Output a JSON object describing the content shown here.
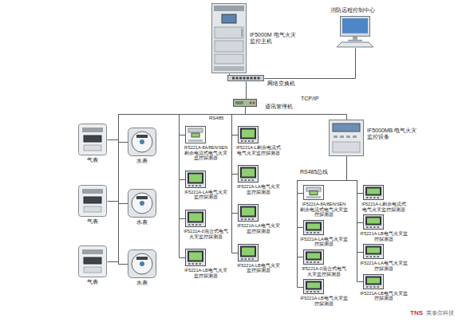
{
  "diagram": {
    "nodes": [
      {
        "text": [
          "IF5000M 电气火灾监控主机"
        ]
      },
      {
        "text": [
          "消防远程控制中心"
        ]
      },
      {
        "text": [
          "网络交换机"
        ]
      },
      {
        "text": [
          "通讯管理机"
        ]
      },
      {
        "text": [
          "IF5000MB 电气火灾监控设备"
        ]
      },
      {
        "text": [
          "气表"
        ]
      },
      {
        "text": [
          "气表"
        ]
      },
      {
        "text": [
          "气表"
        ]
      },
      {
        "text": [
          "水表"
        ]
      },
      {
        "text": [
          "水表"
        ]
      },
      {
        "text": [
          "水表"
        ]
      },
      {
        "text": [
          "IF5221A-8A/8EN/SEN 剩余电流式电气火灾监控探测器"
        ]
      },
      {
        "text": [
          "IF5221A-LA电气火灾监控探测器"
        ]
      },
      {
        "text": [
          "IF5221A-0混合式电气火灾监控探测器"
        ]
      },
      {
        "text": [
          "IF5221A-LB电气火灾监控探测器"
        ]
      },
      {
        "text": [
          "IF5221A-L剩余电流式电气火灾监控探测器"
        ]
      },
      {
        "text": [
          "IF5221A-LA电气火灾监控探测器"
        ]
      },
      {
        "text": [
          "IF5221A-LA电气火灾监控探测器"
        ]
      },
      {
        "text": [
          "IF5221A-LB电气火灾监控探测器"
        ]
      },
      {
        "text": [
          "IF5221A-8A/8EN/SEN 剩余电流式电气火灾监控探测器"
        ]
      },
      {
        "text": [
          "IF5221A-LA电气火灾监控探测器"
        ]
      },
      {
        "text": [
          "IF5221A-0混合式电气火灾监控探测器"
        ]
      },
      {
        "text": [
          "IF5221A-LB电气火灾监控探测器"
        ]
      },
      {
        "text": [
          "IF5221A-L剩余电流式电气火灾监控探测器"
        ]
      },
      {
        "text": [
          "IF5221A-LB电气火灾监控探测器"
        ]
      },
      {
        "text": [
          "IF5221A-LA电气火灾监控探测器"
        ]
      },
      {
        "text": [
          "IF5221A-LB电气火灾监控探测器"
        ]
      }
    ],
    "edges": [
      {
        "from": 0,
        "to": 2,
        "arrow": "none"
      },
      {
        "from": 2,
        "to": 1,
        "label": "TCP/IP",
        "arrow": "none"
      },
      {
        "from": 2,
        "to": 3,
        "arrow": "none"
      },
      {
        "from": 3,
        "to": 5,
        "arrow": "none"
      },
      {
        "from": 3,
        "to": 6,
        "arrow": "none"
      },
      {
        "from": 3,
        "to": 7,
        "arrow": "none"
      },
      {
        "from": 3,
        "to": 8,
        "arrow": "none"
      },
      {
        "from": 3,
        "to": 9,
        "arrow": "none"
      },
      {
        "from": 3,
        "to": 10,
        "arrow": "none"
      },
      {
        "from": 3,
        "to": 11,
        "arrow": "none"
      },
      {
        "from": 3,
        "to": 12,
        "arrow": "none"
      },
      {
        "from": 3,
        "to": 13,
        "arrow": "none"
      },
      {
        "from": 3,
        "to": 14,
        "arrow": "none"
      },
      {
        "from": 3,
        "to": 15,
        "arrow": "none"
      },
      {
        "from": 3,
        "to": 16,
        "arrow": "none"
      },
      {
        "from": 3,
        "to": 17,
        "arrow": "none"
      },
      {
        "from": 3,
        "to": 18,
        "arrow": "none"
      },
      {
        "from": 3,
        "to": 4,
        "arrow": "none"
      },
      {
        "from": 4,
        "to": 19,
        "arrow": "none"
      },
      {
        "from": 4,
        "to": 20,
        "arrow": "none"
      },
      {
        "from": 4,
        "to": 21,
        "arrow": "none"
      },
      {
        "from": 4,
        "to": 22,
        "arrow": "none"
      },
      {
        "from": 4,
        "to": 23,
        "arrow": "none"
      },
      {
        "from": 4,
        "to": 24,
        "arrow": "none"
      },
      {
        "from": 4,
        "to": 25,
        "arrow": "none"
      },
      {
        "from": 4,
        "to": 26,
        "arrow": "none"
      }
    ],
    "labels": [
      "RS485",
      "RS485总线",
      "TNS",
      "英泰尔科技"
    ]
  }
}
